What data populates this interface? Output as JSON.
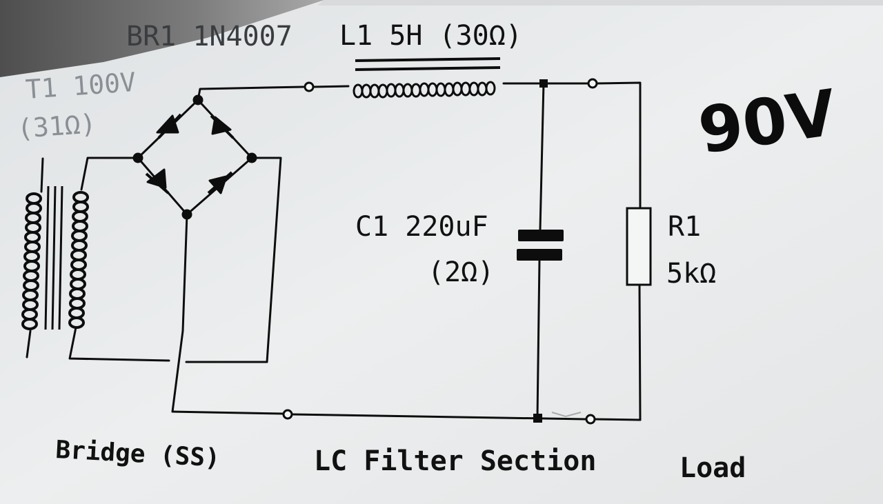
{
  "labels": {
    "bridge_rectifier": "BR1 1N4007",
    "inductor": "L1 5H (30Ω)",
    "transformer_voltage": "T1 100V",
    "transformer_resistance": "(31Ω)",
    "capacitor_value": "C1 220uF",
    "capacitor_esr": "(2Ω)",
    "resistor_name": "R1",
    "resistor_value": "5kΩ",
    "handwritten_note": "90V"
  },
  "sections": {
    "bridge": "Bridge (SS)",
    "filter": "LC Filter Section",
    "load": "Load"
  },
  "colors": {
    "paper": "#e9ebec",
    "ink": "#0d0d0d",
    "faded_ink": "#8a8f95"
  }
}
